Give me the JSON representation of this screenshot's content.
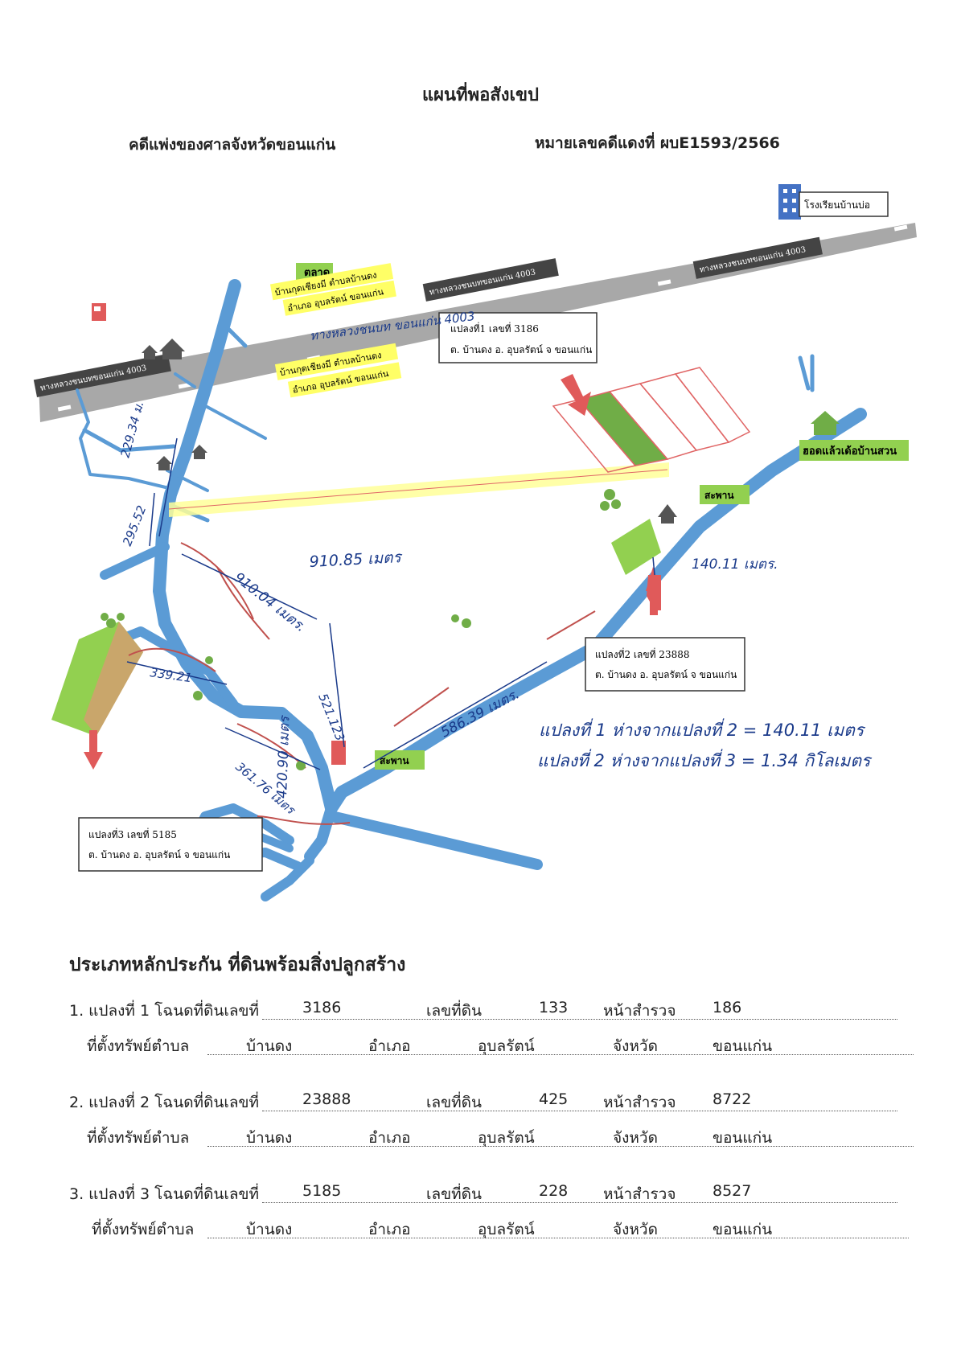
{
  "document": {
    "title": "แผนที่พอสังเขป",
    "court_line": "คดีแพ่งของศาลจังหวัดขอนแก่น",
    "case_line": "หมายเลขคดีแดงที่ ผบE1593/2566"
  },
  "map": {
    "labels": {
      "school": "โรงเรียนบ้านบ่อ",
      "market": "ตลาด",
      "market_line1": "บ้านกุดเชียงมี ตำบลบ้านดง",
      "market_line2": "อำเภอ อุบลรัตน์ ขอนแก่น",
      "village_line1": "บ้านกุดเชียงมี ตำบลบ้านดง",
      "village_line2": "อำเภอ อุบลรัตน์ ขอนแก่น",
      "road_left": "ทางหลวงชนบทขอนแก่น 4003",
      "road_mid": "ทางหลวงชนบทขอนแก่น 4003",
      "road_right": "ทางหลวงชนบทขอนแก่น 4003",
      "hall": "ฮอดแล้วเด้อบ้านสวน",
      "bridge_top": "สะพาน",
      "bridge_bottom": "สะพาน"
    },
    "parcel_boxes": [
      {
        "title": "แปลงที่1 เลขที่ 3186",
        "address": "ต. บ้านดง อ. อุบลรัตน์ จ ขอนแก่น"
      },
      {
        "title": "แปลงที่2 เลขที่ 23888",
        "address": "ต. บ้านดง อ. อุบลรัตน์ จ ขอนแก่น"
      },
      {
        "title": "แปลงที่3 เลขที่ 5185",
        "address": "ต. บ้านดง อ. อุบลรัตน์ จ ขอนแก่น"
      }
    ],
    "handwritten": {
      "road_note": "ทางหลวงชนบท ขอนแก่น 4003",
      "d1": "229.34 ม.",
      "d2": "295.52",
      "d3": "910.85 เมตร",
      "d4": "910.04 เมตร.",
      "d5": "140.11 เมตร.",
      "d6": "339.21",
      "d7": "521.123",
      "d8": "420.90 เมตร",
      "d9": "586.39 เมตร.",
      "d10": "361.76 เมตร",
      "note_line1": "แปลงที่ 1 ห่างจากแปลงที่ 2 = 140.11 เมตร",
      "note_line2": "แปลงที่ 2 ห่างจากแปลงที่ 3 = 1.34 กิโลเมตร"
    },
    "colors": {
      "river": "#5b9bd5",
      "road": "#a6a6a6",
      "highlight_yellow": "#ffff66",
      "parcel_green": "#70ad47",
      "arrow_red": "#e05a5a",
      "handwriting": "#1a3a8a"
    }
  },
  "collateral": {
    "heading": "ประเภทหลักประกัน ที่ดินพร้อมสิ่งปลูกสร้าง",
    "items": [
      {
        "row1_prefix": "1. แปลงที่ 1 โฉนดที่ดินเลขที่",
        "deed_no": "3186",
        "land_no_label": "เลขที่ดิน",
        "land_no": "133",
        "survey_label": "หน้าสำรวจ",
        "survey_no": "186",
        "loc_label": "ที่ตั้งทรัพย์ตำบล",
        "tambon": "บ้านดง",
        "amphoe_label": "อำเภอ",
        "amphoe": "อุบลรัตน์",
        "province_label": "จังหวัด",
        "province": "ขอนแก่น"
      },
      {
        "row1_prefix": "2. แปลงที่ 2 โฉนดที่ดินเลขที่",
        "deed_no": "23888",
        "land_no_label": "เลขที่ดิน",
        "land_no": "425",
        "survey_label": "หน้าสำรวจ",
        "survey_no": "8722",
        "loc_label": "ที่ตั้งทรัพย์ตำบล",
        "tambon": "บ้านดง",
        "amphoe_label": "อำเภอ",
        "amphoe": "อุบลรัตน์",
        "province_label": "จังหวัด",
        "province": "ขอนแก่น"
      },
      {
        "row1_prefix": "3. แปลงที่ 3 โฉนดที่ดินเลขที่",
        "deed_no": "5185",
        "land_no_label": "เลขที่ดิน",
        "land_no": "228",
        "survey_label": "หน้าสำรวจ",
        "survey_no": "8527",
        "loc_label": "ที่ตั้งทรัพย์ตำบล",
        "tambon": "บ้านดง",
        "amphoe_label": "อำเภอ",
        "amphoe": "อุบลรัตน์",
        "province_label": "จังหวัด",
        "province": "ขอนแก่น"
      }
    ]
  }
}
